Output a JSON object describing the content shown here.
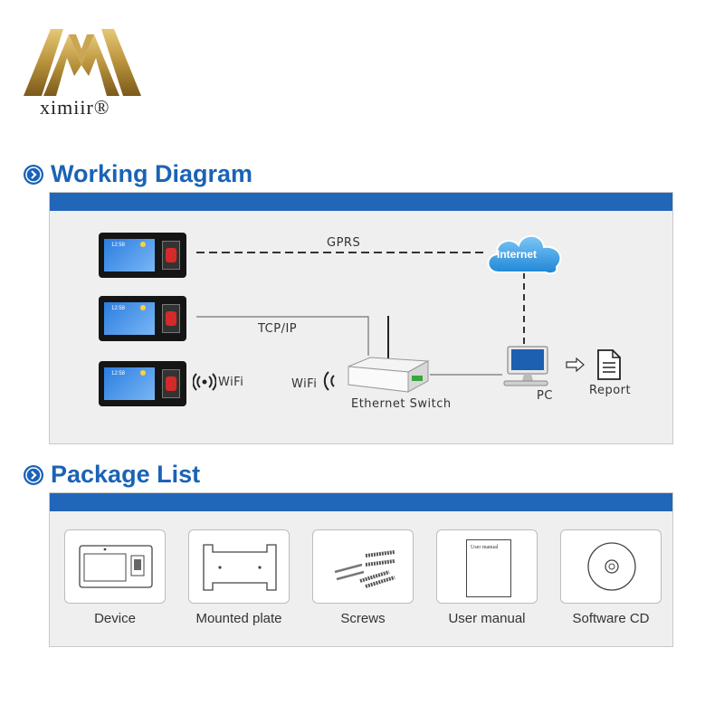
{
  "brand": {
    "name": "ximiir®"
  },
  "working": {
    "title": "Working Diagram",
    "labels": {
      "gprs": "GPRS",
      "tcpip": "TCP/IP",
      "wifi_device": "WiFi",
      "wifi_switch": "WiFi",
      "switch": "Ethernet Switch",
      "internet": "Internet",
      "pc": "PC",
      "report": "Report"
    },
    "device_screen_time": "12:58"
  },
  "package": {
    "title": "Package List",
    "items": [
      {
        "label": "Device"
      },
      {
        "label": "Mounted plate"
      },
      {
        "label": "Screws"
      },
      {
        "label": "User manual",
        "inner_text": "User manual"
      },
      {
        "label": "Software CD"
      }
    ]
  },
  "colors": {
    "accent": "#1a63b7",
    "bar": "#2166b8",
    "panel": "#efefef",
    "gold": "#b8923a"
  }
}
